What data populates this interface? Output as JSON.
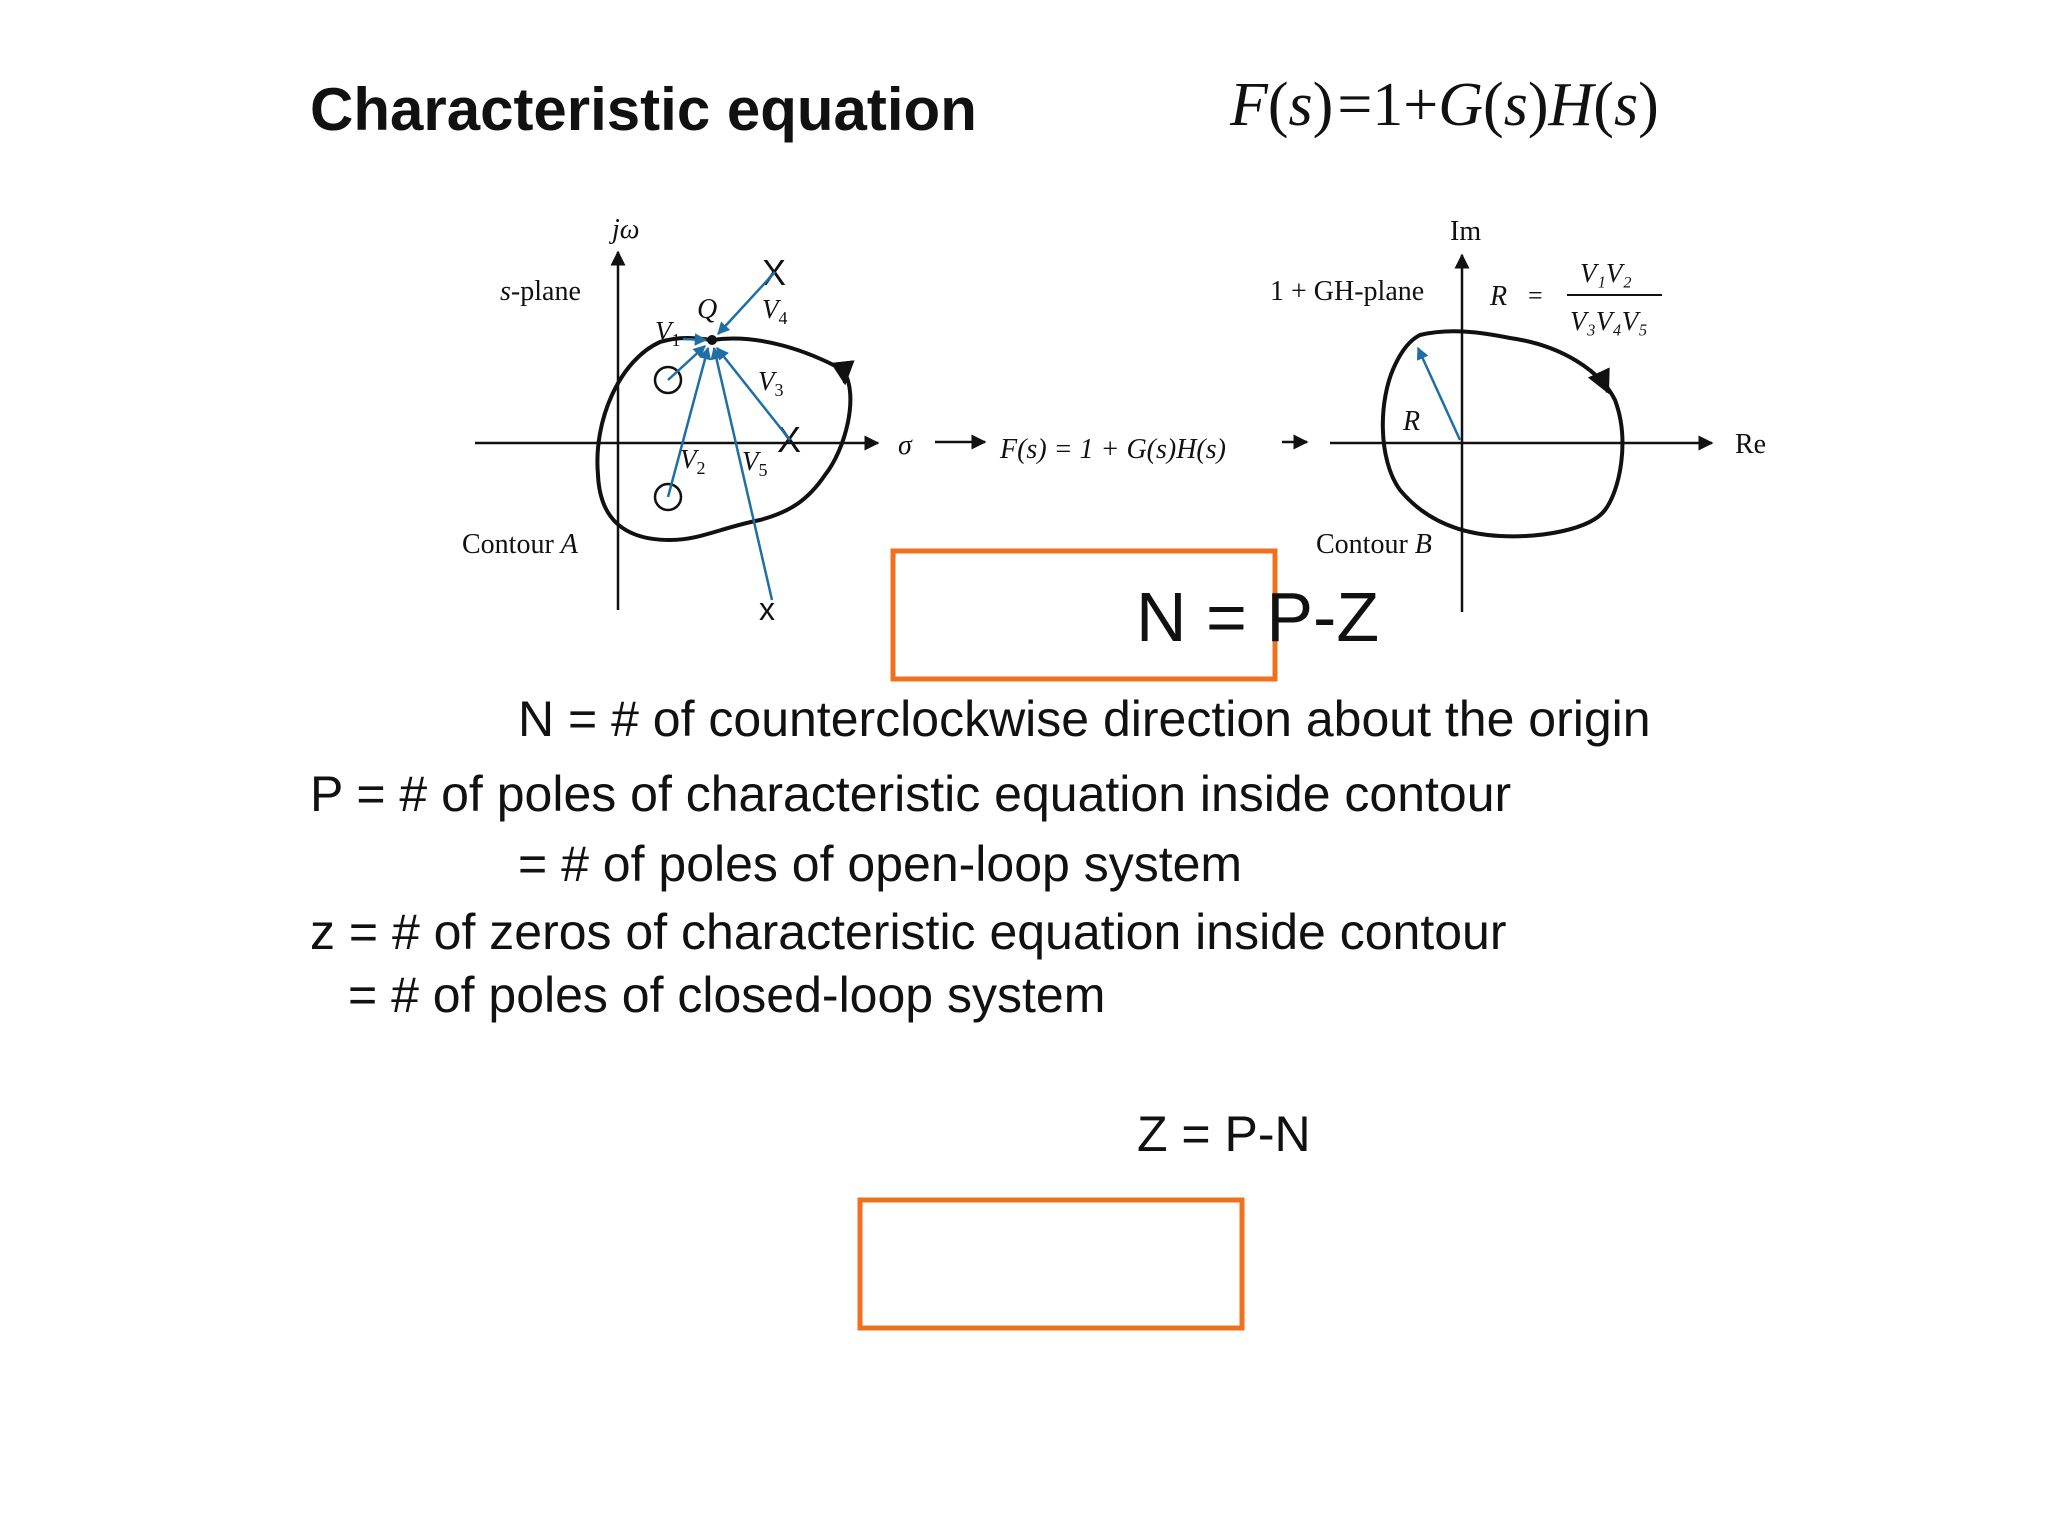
{
  "title": "Characteristic equation",
  "equation": {
    "F": "F",
    "s": "s",
    "equals_one_plus": "=1+",
    "G": "G",
    "H": "H",
    "lparen": "(",
    "rparen": ")"
  },
  "diagram": {
    "s_plane": {
      "axis_vertical": "jω",
      "plane_label": "s",
      "plane_suffix": "-plane",
      "axis_horizontal": "σ",
      "point": "Q",
      "contour_prefix": "Contour ",
      "contour_name": "A",
      "vectors": [
        {
          "letter": "V",
          "sub": "1"
        },
        {
          "letter": "V",
          "sub": "2"
        },
        {
          "letter": "V",
          "sub": "3"
        },
        {
          "letter": "V",
          "sub": "4"
        },
        {
          "letter": "V",
          "sub": "5"
        }
      ]
    },
    "mapping": {
      "text": "F(s) = 1 + G(s)H(s)"
    },
    "gh_plane": {
      "plane_label": "1 + GH-plane",
      "axis_vertical": "Im",
      "axis_horizontal": "Re",
      "vector_label": "R",
      "contour_prefix": "Contour ",
      "contour_name": "B",
      "ratio_lhs": "R",
      "ratio_eq": "=",
      "numerator": "V₁V₂",
      "denominator": "V₃V₄V₅"
    },
    "colors": {
      "vector": "#1f6fa6",
      "curve": "#111111",
      "highlight_box": "#f07020"
    }
  },
  "highlight_equation": "N = P-Z",
  "definitions": [
    "N = # of counterclockwise direction about the origin",
    "P = # of poles of characteristic equation inside contour",
    "= # of poles of open-loop system",
    "z = # of zeros of characteristic equation inside contour",
    "= # of poles of closed-loop system"
  ],
  "result_equation": "Z = P-N"
}
